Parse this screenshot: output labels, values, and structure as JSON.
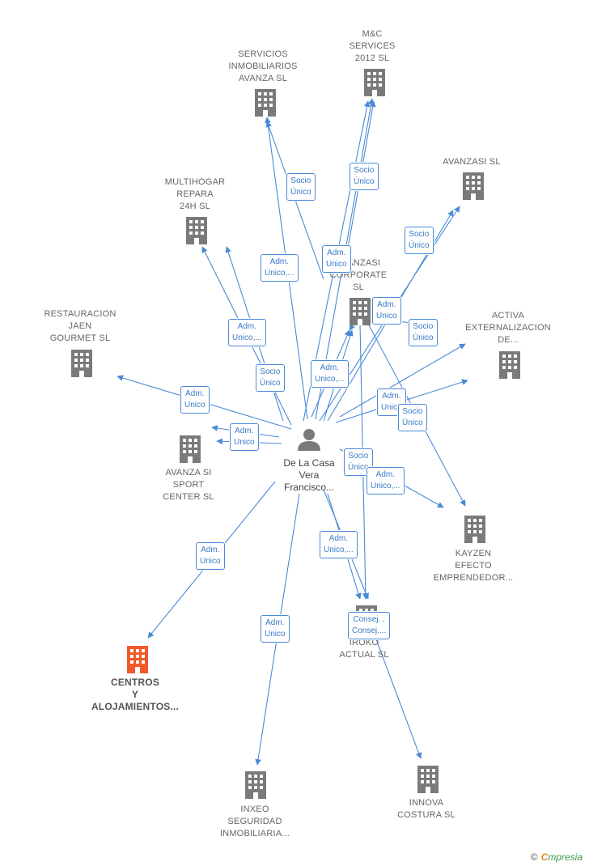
{
  "accent_color": "#4a8ad8",
  "company_color": "#7a7a7a",
  "highlight_color": "#f05a28",
  "person": {
    "label": "De La Casa\nVera\nFrancisco...",
    "icon": "person-icon"
  },
  "companies": [
    {
      "id": "servicios",
      "label": "SERVICIOS\nINMOBILIARIOS\nAVANZA  SL"
    },
    {
      "id": "mc",
      "label": "M&C\nSERVICES\n2012 SL"
    },
    {
      "id": "multihogar",
      "label": "MULTIHOGAR\nREPARA\n24H  SL"
    },
    {
      "id": "avanzasi",
      "label": "AVANZASI SL"
    },
    {
      "id": "avanzasi_corp",
      "label": "AVANZASI\nCORPORATE\nSL"
    },
    {
      "id": "restauracion",
      "label": "RESTAURACION\nJAEN\nGOURMET  SL"
    },
    {
      "id": "activa",
      "label": "ACTIVA\nEXTERNALIZACION\nDE..."
    },
    {
      "id": "avanza_sport",
      "label": "AVANZA SI\nSPORT\nCENTER  SL"
    },
    {
      "id": "kayzen",
      "label": "KAYZEN\nEFECTO\nEMPRENDEDOR..."
    },
    {
      "id": "centros",
      "label": "CENTROS\nY\nALOJAMIENTOS..."
    },
    {
      "id": "iroko",
      "label": "IROKO\nACTUAL SL"
    },
    {
      "id": "innova",
      "label": "INNOVA\nCOSTURA  SL"
    },
    {
      "id": "inxeo",
      "label": "INXEO\nSEGURIDAD\nINMOBILIARIA..."
    }
  ],
  "edge_labels": [
    {
      "id": "e1",
      "text": "Socio\nÚnico"
    },
    {
      "id": "e2",
      "text": "Socio\nÚnico"
    },
    {
      "id": "e3",
      "text": "Adm.\nUnico,..."
    },
    {
      "id": "e4",
      "text": "Adm.\nUnico"
    },
    {
      "id": "e5",
      "text": "Socio\nÚnico"
    },
    {
      "id": "e6",
      "text": "Adm.\nUnico,..."
    },
    {
      "id": "e7",
      "text": "Adm.\nUnico"
    },
    {
      "id": "e8",
      "text": "Socio\nÚnico"
    },
    {
      "id": "e9",
      "text": "Socio\nÚnico"
    },
    {
      "id": "e10",
      "text": "Adm.\nUnico,..."
    },
    {
      "id": "e11",
      "text": "Adm.\nUnico"
    },
    {
      "id": "e12",
      "text": "Adm.\nUnico"
    },
    {
      "id": "e13",
      "text": "Adm.\nUnico"
    },
    {
      "id": "e14",
      "text": "Socio\nÚnico"
    },
    {
      "id": "e15",
      "text": "Socio\nÚnico"
    },
    {
      "id": "e16",
      "text": "Adm.\nUnico,..."
    },
    {
      "id": "e17",
      "text": "Adm.\nUnico"
    },
    {
      "id": "e18",
      "text": "Adm.\nUnico,..."
    },
    {
      "id": "e19",
      "text": "Adm.\nUnico"
    },
    {
      "id": "e20",
      "text": "Consej. ,\nConsej...."
    }
  ],
  "footer": {
    "copyright": "©",
    "brand_first": "C",
    "brand_rest": "mpresia"
  }
}
